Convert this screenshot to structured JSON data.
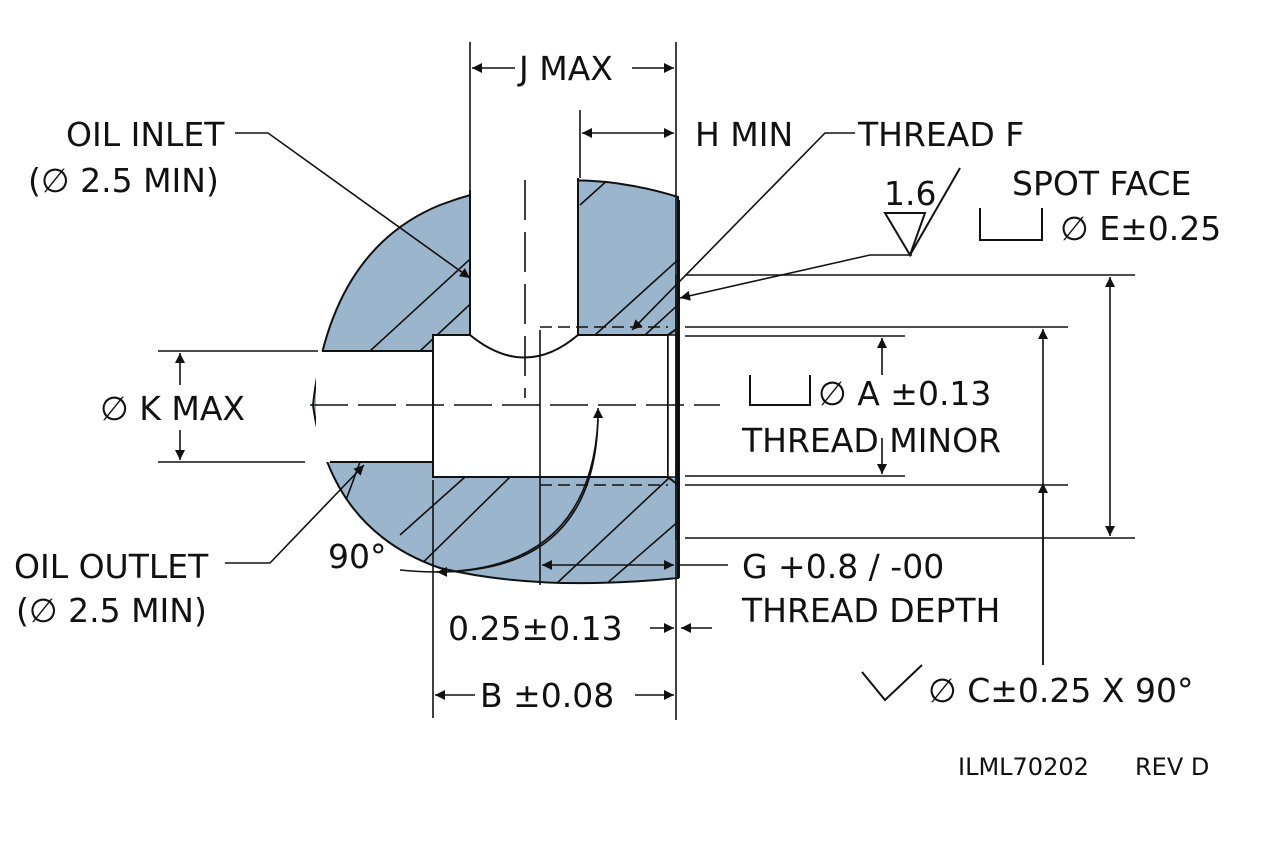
{
  "labels": {
    "j_max": "J MAX",
    "h_min": "H MIN",
    "thread_f": "THREAD F",
    "oil_inlet": "OIL INLET",
    "oil_inlet_dia": "(∅ 2.5 MIN)",
    "surface_finish": "1.6",
    "spot_face": "SPOT FACE",
    "spot_face_dia": "∅ E±0.25",
    "k_max": "∅ K MAX",
    "thread_minor_dia": "∅ A ±0.13",
    "thread_minor": "THREAD MINOR",
    "oil_outlet": "OIL OUTLET",
    "oil_outlet_dia": "(∅ 2.5 MIN)",
    "angle": "90°",
    "thread_depth_tol": "G +0.8 / -00",
    "thread_depth": "THREAD DEPTH",
    "offset": "0.25±0.13",
    "b_dim": "B ±0.08",
    "chamfer": "∅ C±0.25 X 90°",
    "drawing_number": "ILML70202",
    "revision": "REV D"
  },
  "colors": {
    "section_fill": "#9bb5cc",
    "line": "#111111"
  }
}
